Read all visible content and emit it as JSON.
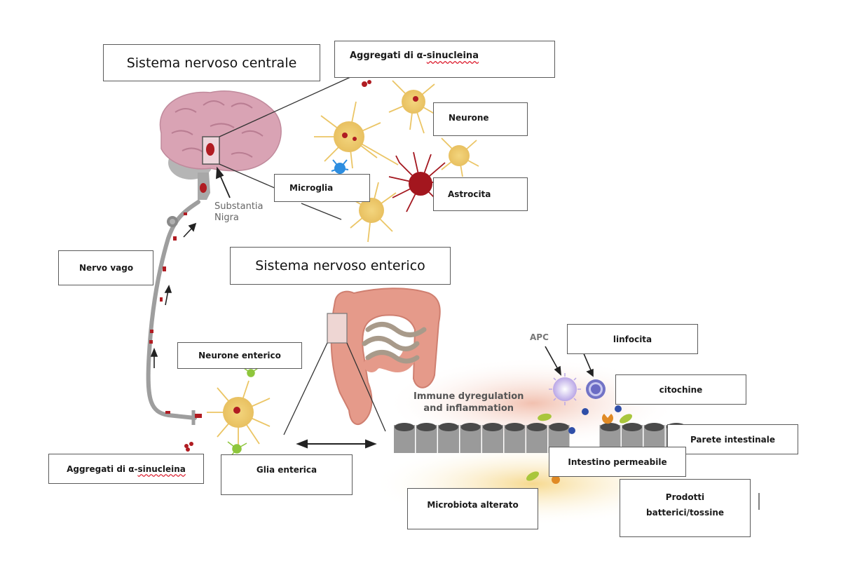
{
  "diagram": {
    "title_boxes": {
      "cns": "Sistema nervoso centrale",
      "ens": "Sistema nervoso enterico"
    },
    "labels": {
      "aggregates_top_prefix": "Aggregati di α-",
      "aggregates_top_word": "sinucleina",
      "neurone": "Neurone",
      "microglia": "Microglia",
      "astrocita": "Astrocita",
      "nervo_vago": "Nervo vago",
      "neurone_enterico": "Neurone enterico",
      "aggregates_bottom_prefix": "Aggregati di α-",
      "aggregates_bottom_word": "sinucleina",
      "glia_enterica": "Glia enterica",
      "linfocita": "linfocita",
      "citochine": "citochine",
      "parete_intestinale": "Parete intestinale",
      "intestino_permeabile": "Intestino permeabile",
      "microbiota_alterato": "Microbiota alterato",
      "prodotti_line1": "Prodotti",
      "prodotti_line2": "batterici/tossine"
    },
    "figure_text": {
      "substantia": "Substantia",
      "nigra": "Nigra",
      "apc": "APC",
      "immune_line1": "Immune dyregulation",
      "immune_line2": "and inflammation"
    },
    "colors": {
      "brain": "#d9a3b4",
      "brain_dark": "#b97d92",
      "neuron": "#f0cf73",
      "astrocyte": "#a3161e",
      "microglia": "#2c8de0",
      "aggregate": "#b01c22",
      "colon": "#e59a8a",
      "small_intestine": "#a89a8a",
      "epithelium": "#9a9a9a",
      "inflammation": "#f2c2b2",
      "microbiota_glow": "#f6dc8e",
      "nerve": "#9e9e9e"
    }
  }
}
